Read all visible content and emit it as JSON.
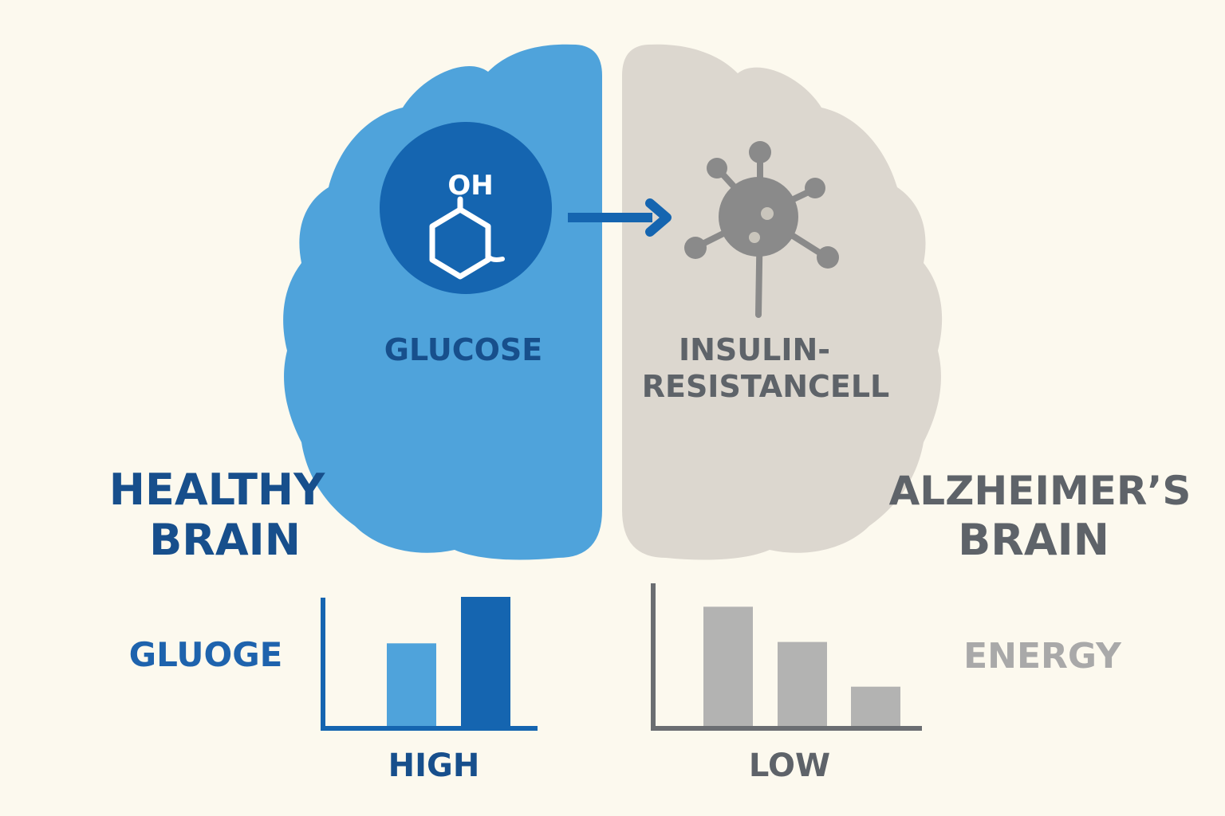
{
  "colors": {
    "background": "#fcf9ee",
    "healthy_hemisphere": "#4fa3db",
    "healthy_dark": "#1565b0",
    "healthy_text": "#174f8c",
    "alz_hemisphere": "#dcd7cf",
    "alz_icon": "#8a8a8a",
    "alz_text": "#5e6369",
    "alz_text_light": "#a9a9a9",
    "alz_bar": "#b3b3b2",
    "alz_axis": "#6b6e72",
    "healthy_bar_light": "#4fa3db"
  },
  "healthy": {
    "title_line1": "HEALTHY",
    "title_line2": "BRAIN",
    "molecule_label": "OH",
    "icon_caption": "GLUCOSE",
    "chart_side_label": "GLUOGE",
    "chart_bottom_label": "HIGH"
  },
  "alzheimers": {
    "title_line1": "ALZHEIMER’S",
    "title_line2": "BRAIN",
    "icon_caption_line1": "INSULIN-",
    "icon_caption_line2": "RESISTANCELL",
    "chart_side_label": "ENERGY",
    "chart_bottom_label": "LOW"
  },
  "icons": {
    "glucose": "glucose-molecule-icon",
    "cell": "insulin-resistant-cell-icon",
    "arrow": "right-arrow-icon"
  },
  "chart_data": [
    {
      "type": "bar",
      "categories": [
        "",
        ""
      ],
      "values": [
        0.64,
        1.0
      ],
      "ylim": [
        0,
        1
      ],
      "xlabel": "HIGH",
      "ylabel": "GLUOGE",
      "title": "",
      "bar_colors": [
        "#4fa3db",
        "#1565b0"
      ]
    },
    {
      "type": "bar",
      "categories": [
        "",
        "",
        ""
      ],
      "values": [
        0.88,
        0.62,
        0.29
      ],
      "ylim": [
        0,
        1
      ],
      "xlabel": "LOW",
      "ylabel": "ENERGY",
      "title": "",
      "bar_colors": [
        "#b3b3b2",
        "#b3b3b2",
        "#b3b3b2"
      ]
    }
  ]
}
